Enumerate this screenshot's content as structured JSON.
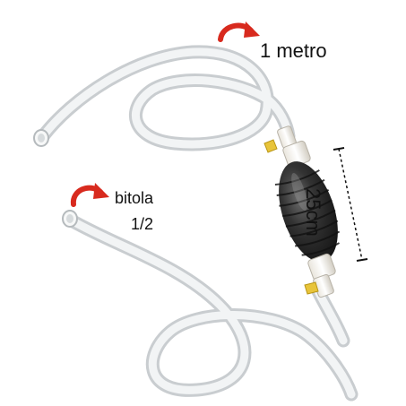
{
  "labels": {
    "hose_length": "1 metro",
    "gauge_line1": "bitola",
    "gauge_line2": "1/2",
    "bulb_length": "25cm"
  },
  "colors": {
    "background": "#ffffff",
    "hose": "#dfe2e4",
    "bulb": "#2e2e2e",
    "valve": "#e8c43a",
    "arrow": "#d82a1e",
    "text": "#111111"
  },
  "icons": [
    "curved-arrow-icon",
    "curved-arrow-icon"
  ]
}
